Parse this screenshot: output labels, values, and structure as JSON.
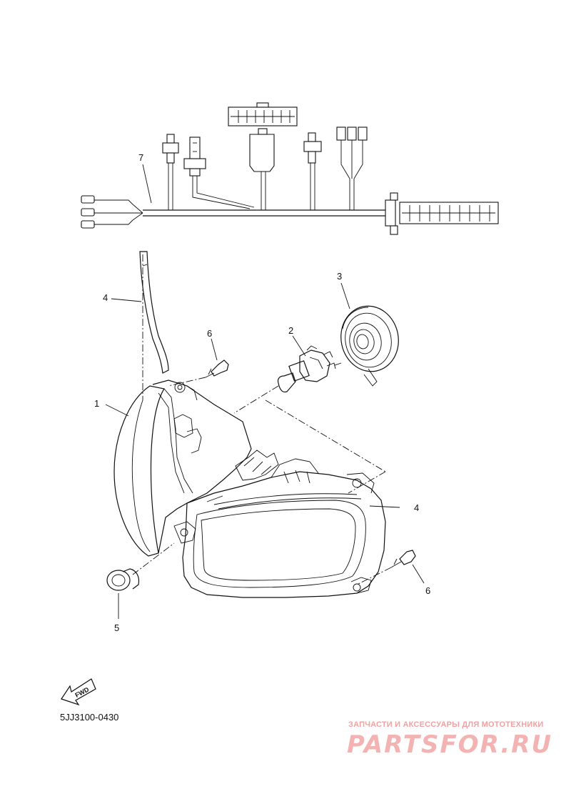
{
  "callouts": {
    "c1": "1",
    "c2": "2",
    "c3": "3",
    "c4a": "4",
    "c4b": "4",
    "c5": "5",
    "c6a": "6",
    "c6b": "6",
    "c7": "7"
  },
  "fwd_label": "FWD",
  "diagram_code": "5JJ3100-0430",
  "watermark": {
    "subtitle": "ЗАПЧАСТИ И АКСЕССУАРЫ ДЛЯ МОТОТЕХНИКИ",
    "logo": "PARTSFOR.RU"
  }
}
